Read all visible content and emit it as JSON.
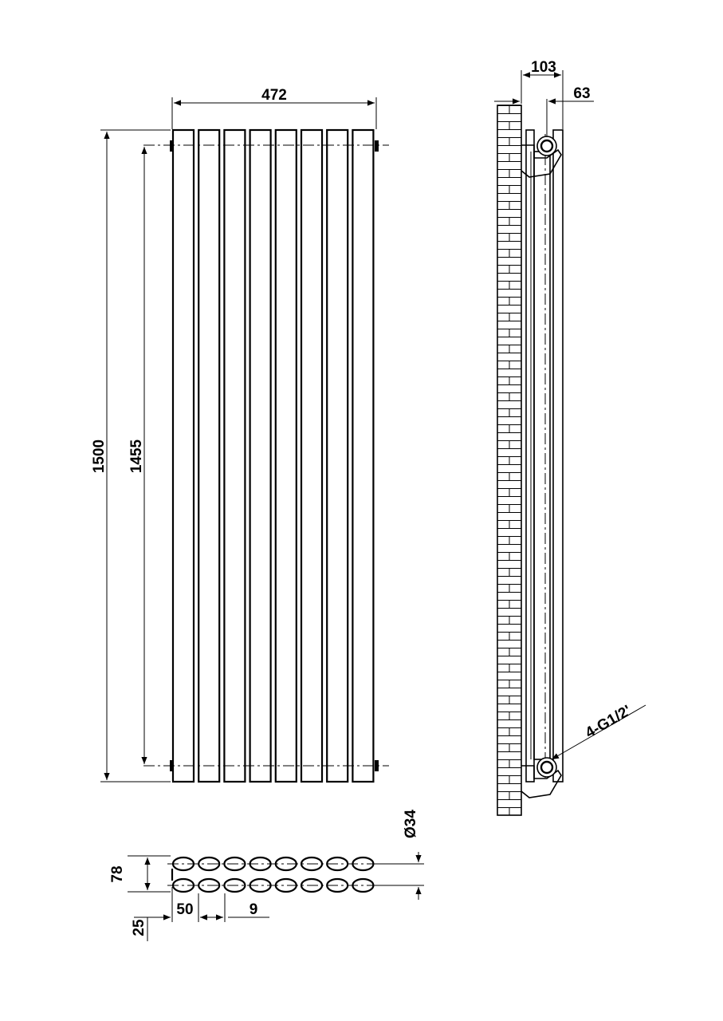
{
  "dimensions": {
    "width": "472",
    "height_total": "1500",
    "height_centers": "1455",
    "depth_total": "103",
    "depth_panel": "63",
    "connection": "4-G1/2'",
    "tube_diameter": "Ø34",
    "tube_spacing": "78",
    "wall_offset": "25",
    "pitch": "50",
    "gap": "9"
  },
  "front_view": {
    "tube_count": 8
  },
  "colors": {
    "line": "#000000",
    "background": "#ffffff"
  }
}
